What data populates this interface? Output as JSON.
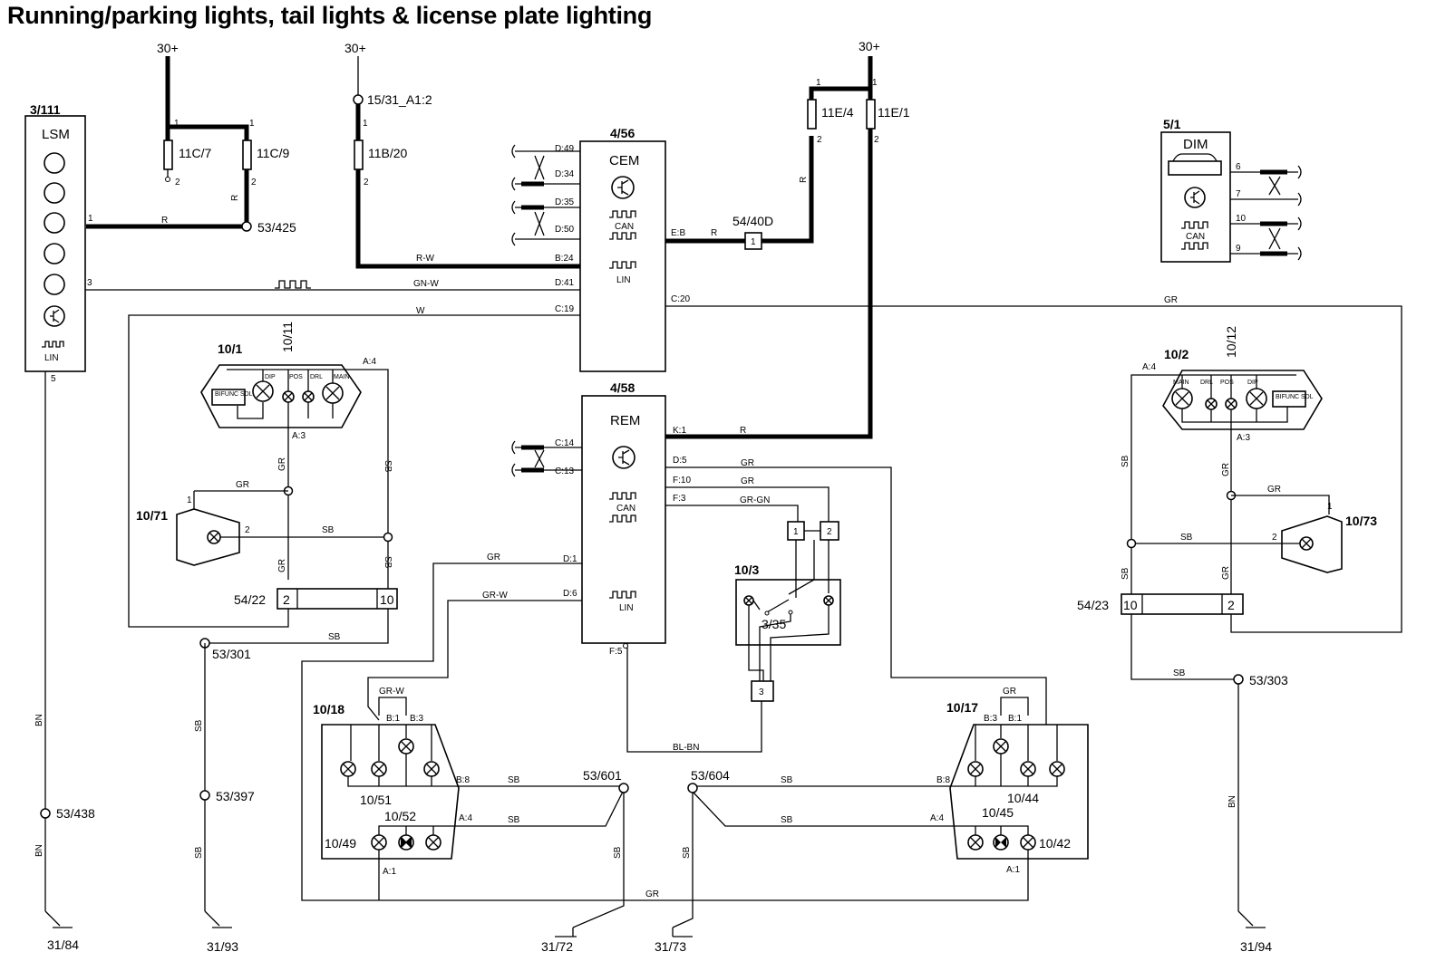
{
  "title": "Running/parking lights, tail lights & license plate lighting",
  "power": {
    "left": "30+",
    "mid": "30+",
    "right": "30+"
  },
  "fuses": {
    "f11c7": "11C/7",
    "f11c9": "11C/9",
    "f11b20": "11B/20",
    "f11e4": "11E/4",
    "f11e1": "11E/1",
    "src15": "15/31_A1:2"
  },
  "modules": {
    "lsm": {
      "id": "3/111",
      "name": "LSM",
      "bus": "LIN"
    },
    "cem": {
      "id": "4/56",
      "name": "CEM",
      "can": "CAN",
      "lin": "LIN"
    },
    "rem": {
      "id": "4/58",
      "name": "REM",
      "can": "CAN",
      "lin": "LIN"
    },
    "dim": {
      "id": "5/1",
      "name": "DIM",
      "can": "CAN"
    }
  },
  "cem_pins": [
    "D:49",
    "D:34",
    "D:35",
    "D:50",
    "B:24",
    "D:41",
    "C:19",
    "E:B",
    "C:20"
  ],
  "rem_pins": [
    "C:14",
    "C:13",
    "K:1",
    "D:5",
    "F:10",
    "F:3",
    "D:1",
    "D:6",
    "F:5"
  ],
  "dim_pins": [
    "6",
    "7",
    "10",
    "9"
  ],
  "headlamps": {
    "left": {
      "id": "10/1",
      "sub": "10/11",
      "conn_a4": "A:4",
      "conn_a3": "A:3",
      "lamps": [
        "DIP",
        "POS",
        "DRL",
        "MAIN"
      ],
      "module": "BIFUNC SDL"
    },
    "right": {
      "id": "10/2",
      "sub": "10/12",
      "conn_a4": "A:4",
      "conn_a3": "A:3",
      "lamps": [
        "MAIN",
        "DRL",
        "POS",
        "DIP"
      ],
      "module": "BIFUNC SDL"
    }
  },
  "components": {
    "c10_71": "10/71",
    "c10_73": "10/73",
    "c10_3": "10/3",
    "c3_35": "3/35",
    "c10_18": "10/18",
    "c10_17": "10/17",
    "c10_51": "10/51",
    "c10_52": "10/52",
    "c10_49": "10/49",
    "c10_45": "10/45",
    "c10_44": "10/44",
    "c10_42": "10/42"
  },
  "connectors": {
    "c54_40d": "54/40D",
    "c54_22": "54/22",
    "c54_23": "54/23",
    "pin1": "1",
    "pin2": "2",
    "pin3": "3",
    "pin10": "10"
  },
  "splices": [
    "53/425",
    "53/301",
    "53/397",
    "53/438",
    "53/601",
    "53/604",
    "53/303"
  ],
  "grounds": [
    "31/84",
    "31/93",
    "31/72",
    "31/73",
    "31/94"
  ],
  "wire_colors": [
    "R",
    "R-W",
    "GN-W",
    "W",
    "GR",
    "SB",
    "BN",
    "GR-GN",
    "GR-W",
    "BL-BN"
  ],
  "pins_misc": {
    "b1": "B:1",
    "b3": "B:3",
    "b8": "B:8",
    "a4": "A:4",
    "a1": "A:1",
    "n1": "1",
    "n2": "2",
    "n3": "3",
    "n5": "5"
  }
}
